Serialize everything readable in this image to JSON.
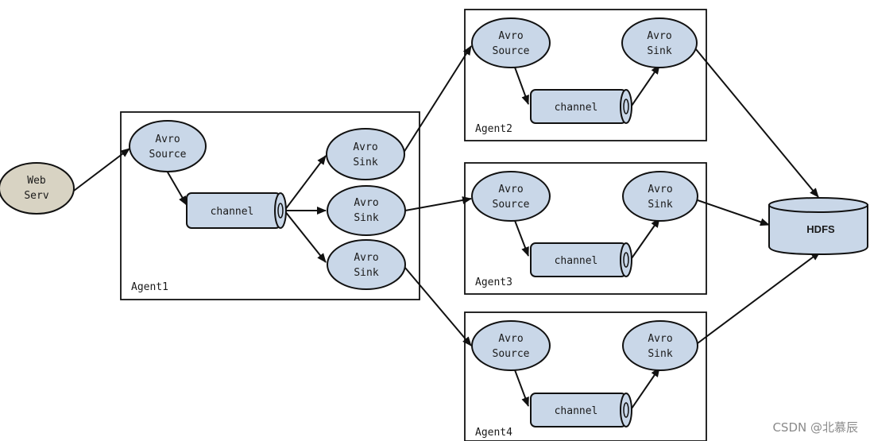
{
  "webserver": {
    "line1": "Web",
    "line2": "Serv"
  },
  "agents": [
    {
      "label": "Agent1",
      "source": [
        "Avro",
        "Source"
      ],
      "channel": "channel",
      "sinks": [
        [
          "Avro",
          "Sink"
        ],
        [
          "Avro",
          "Sink"
        ],
        [
          "Avro",
          "Sink"
        ]
      ]
    },
    {
      "label": "Agent2",
      "source": [
        "Avro",
        "Source"
      ],
      "channel": "channel",
      "sink": [
        "Avro",
        "Sink"
      ]
    },
    {
      "label": "Agent3",
      "source": [
        "Avro",
        "Source"
      ],
      "channel": "channel",
      "sink": [
        "Avro",
        "Sink"
      ]
    },
    {
      "label": "Agent4",
      "source": [
        "Avro",
        "Source"
      ],
      "channel": "channel",
      "sink": [
        "Avro",
        "Sink"
      ]
    }
  ],
  "hdfs": {
    "label": "HDFS"
  },
  "watermark": "CSDN @北慕辰",
  "colors": {
    "node_fill": "#c9d7e8",
    "webserver_fill": "#d8d3c3",
    "stroke": "#111111"
  }
}
